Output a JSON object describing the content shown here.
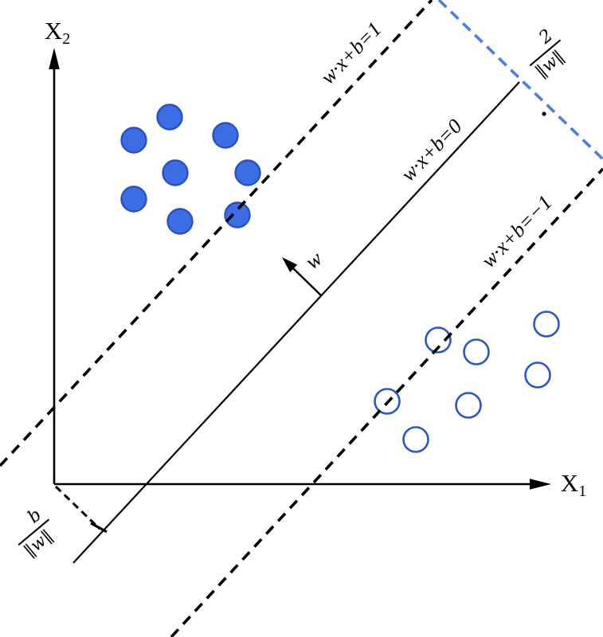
{
  "figure": {
    "description": "Support vector machine maximum-margin diagram",
    "axes": {
      "x": {
        "base": "X",
        "sub": "1"
      },
      "y": {
        "base": "X",
        "sub": "2"
      }
    },
    "labels": {
      "boundary_plus": "w·x+b=1",
      "boundary_zero": "w·x+b=0",
      "boundary_minus": "w·x+b=−1",
      "weight_vector": "w"
    },
    "fractions": {
      "margin": {
        "numerator": "2",
        "denominator": "‖w‖"
      },
      "bias": {
        "numerator": "b",
        "denominator": "‖w‖"
      }
    }
  },
  "colors": {
    "point_fill": "#3d6de4",
    "point_stroke": "#2a50c0",
    "hollow_stroke": "#2b55cc",
    "margin_line": "#4b7de8",
    "ink": "#000000"
  },
  "points": {
    "radius": 15.5,
    "positive_class": [
      [
        213,
        147
      ],
      [
        168,
        176
      ],
      [
        283,
        170
      ],
      [
        220,
        217
      ],
      [
        311,
        217
      ],
      [
        168,
        250
      ],
      [
        226,
        278
      ],
      [
        298,
        270
      ]
    ],
    "negative_class": [
      [
        550,
        427
      ],
      [
        598,
        442
      ],
      [
        686,
        407
      ],
      [
        675,
        471
      ],
      [
        486,
        504
      ],
      [
        588,
        509
      ],
      [
        522,
        552
      ]
    ]
  }
}
